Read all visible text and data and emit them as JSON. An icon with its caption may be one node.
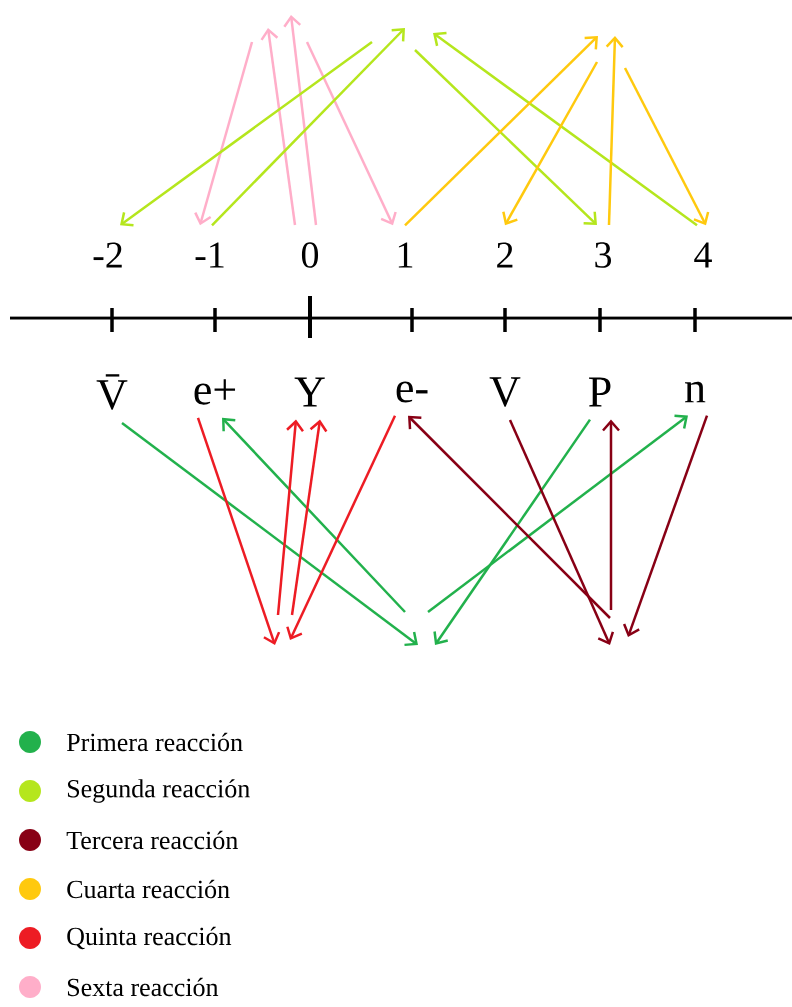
{
  "diagram": {
    "nodes": [
      {
        "text": [
          "-2"
        ]
      },
      {
        "text": [
          "-1"
        ]
      },
      {
        "text": [
          "0"
        ]
      },
      {
        "text": [
          "1"
        ]
      },
      {
        "text": [
          "2"
        ]
      },
      {
        "text": [
          "3"
        ]
      },
      {
        "text": [
          "4"
        ]
      },
      {
        "text": [
          "V̄"
        ]
      },
      {
        "text": [
          "e+"
        ]
      },
      {
        "text": [
          "Y"
        ]
      },
      {
        "text": [
          "e-"
        ]
      },
      {
        "text": [
          "V"
        ]
      },
      {
        "text": [
          "P"
        ]
      },
      {
        "text": [
          "n"
        ]
      }
    ],
    "edges": [
      {
        "from": 2,
        "to": null,
        "arrow": "to",
        "color": "#ffaec9"
      },
      {
        "from": 2,
        "to": null,
        "arrow": "to",
        "color": "#ffaec9"
      },
      {
        "from": null,
        "to": 1,
        "arrow": "to",
        "color": "#ffaec9"
      },
      {
        "from": null,
        "to": 3,
        "arrow": "to",
        "color": "#ffaec9"
      },
      {
        "from": 1,
        "to": null,
        "arrow": "to",
        "color": "#b5e61d"
      },
      {
        "from": null,
        "to": 0,
        "arrow": "to",
        "color": "#b5e61d"
      },
      {
        "from": null,
        "to": 5,
        "arrow": "to",
        "color": "#b5e61d"
      },
      {
        "from": 6,
        "to": null,
        "arrow": "to",
        "color": "#b5e61d"
      },
      {
        "from": 3,
        "to": null,
        "arrow": "to",
        "color": "#ffc90e"
      },
      {
        "from": 5,
        "to": null,
        "arrow": "to",
        "color": "#ffc90e"
      },
      {
        "from": null,
        "to": 4,
        "arrow": "to",
        "color": "#ffc90e"
      },
      {
        "from": null,
        "to": 6,
        "arrow": "to",
        "color": "#ffc90e"
      },
      {
        "from": 7,
        "to": null,
        "arrow": "to",
        "color": "#22b14c"
      },
      {
        "from": null,
        "to": 8,
        "arrow": "to",
        "color": "#22b14c"
      },
      {
        "from": 12,
        "to": null,
        "arrow": "to",
        "color": "#22b14c"
      },
      {
        "from": null,
        "to": 13,
        "arrow": "to",
        "color": "#22b14c"
      },
      {
        "from": 8,
        "to": null,
        "arrow": "to",
        "color": "#ed1c24"
      },
      {
        "from": 10,
        "to": null,
        "arrow": "to",
        "color": "#ed1c24"
      },
      {
        "from": null,
        "to": 9,
        "arrow": "to",
        "color": "#ed1c24"
      },
      {
        "from": null,
        "to": 9,
        "arrow": "to",
        "color": "#ed1c24"
      },
      {
        "from": 11,
        "to": null,
        "arrow": "to",
        "color": "#880015"
      },
      {
        "from": 13,
        "to": null,
        "arrow": "to",
        "color": "#880015"
      },
      {
        "from": null,
        "to": 10,
        "arrow": "to",
        "color": "#880015"
      },
      {
        "from": null,
        "to": 12,
        "arrow": "to",
        "color": "#880015"
      }
    ],
    "legend": [
      {
        "text": "Primera reacción",
        "color": "#22b14c"
      },
      {
        "text": "Segunda reacción",
        "color": "#b5e61d"
      },
      {
        "text": "Tercera reacción",
        "color": "#880015"
      },
      {
        "text": "Cuarta reacción",
        "color": "#ffc90e"
      },
      {
        "text": "Quinta reacción",
        "color": "#ed1c24"
      },
      {
        "text": "Sexta reacción",
        "color": "#ffaec9"
      }
    ]
  }
}
